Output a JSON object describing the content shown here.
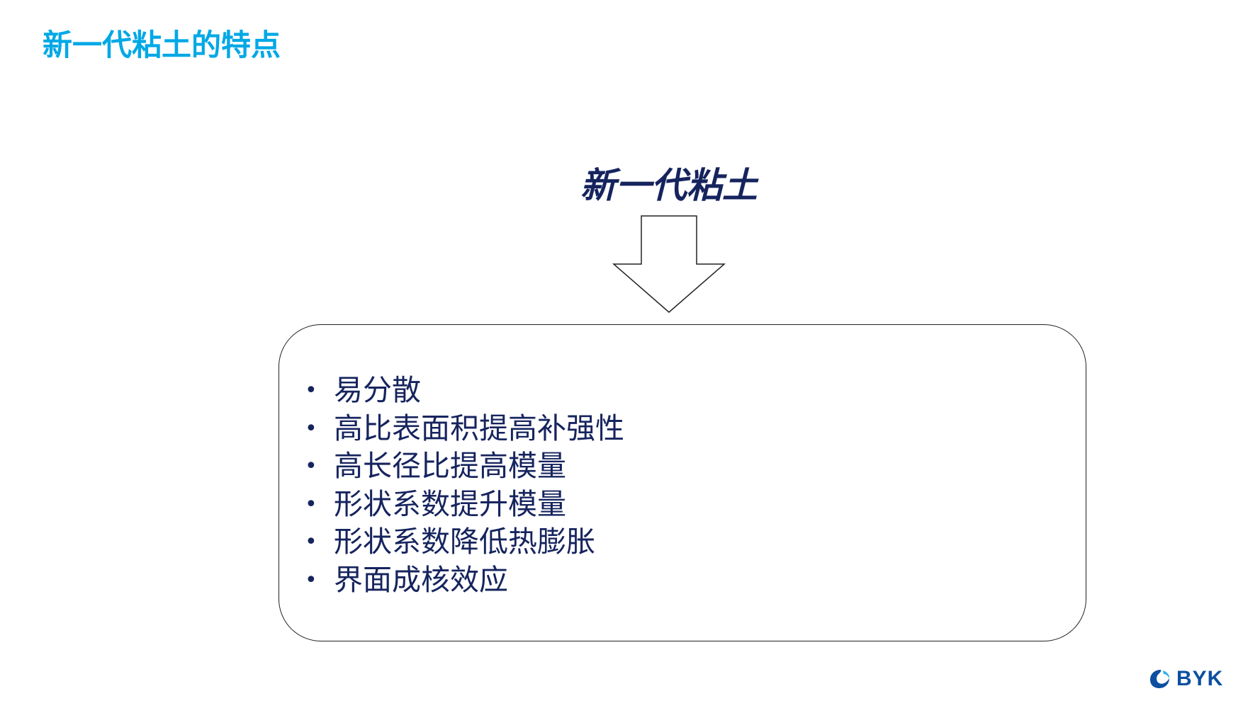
{
  "slide": {
    "title": "新一代粘土的特点",
    "subtitle": "新一代粘土",
    "features": [
      "易分散",
      "高比表面积提高补强性",
      "高长径比提高模量",
      "形状系数提升模量",
      "形状系数降低热膨胀",
      "界面成核效应"
    ],
    "bullet": "•"
  },
  "logo": {
    "text": "BYK",
    "icon": "byk-logo-icon"
  },
  "colors": {
    "title": "#00a8e6",
    "body": "#16245e",
    "logo": "#0c4fa0"
  }
}
